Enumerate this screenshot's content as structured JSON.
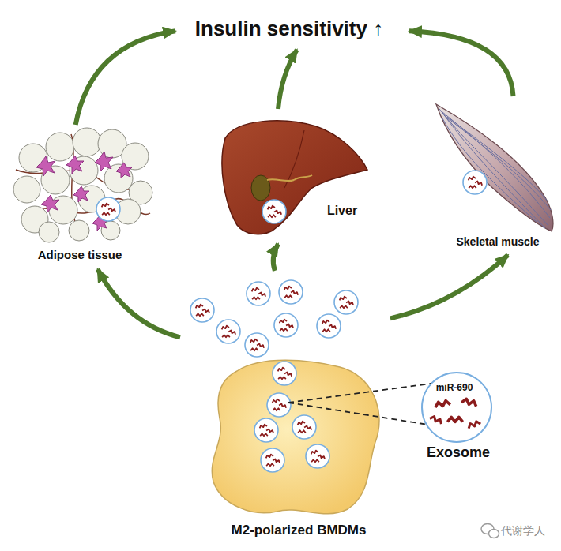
{
  "diagram": {
    "nodes": [
      {
        "text": [
          "Insulin sensitivity ↑"
        ]
      },
      {
        "text": [
          "Adipose tissue"
        ]
      },
      {
        "text": [
          "Liver"
        ]
      },
      {
        "text": [
          "Skeletal muscle"
        ]
      },
      {
        "text": [
          "M2-polarized BMDMs"
        ]
      },
      {
        "text": [
          "miR-690",
          "Exosome"
        ]
      }
    ],
    "edges": [
      {
        "from": 1,
        "to": 0,
        "arrow": "to"
      },
      {
        "from": 2,
        "to": 0,
        "arrow": "to"
      },
      {
        "from": 3,
        "to": 0,
        "arrow": "to"
      },
      {
        "from": 4,
        "to": 1,
        "arrow": "to"
      },
      {
        "from": 4,
        "to": 2,
        "arrow": "to"
      },
      {
        "from": 4,
        "to": 3,
        "arrow": "to"
      },
      {
        "from": 4,
        "to": 5,
        "arrow": "none"
      }
    ],
    "labels": [
      "代谢学人"
    ]
  }
}
